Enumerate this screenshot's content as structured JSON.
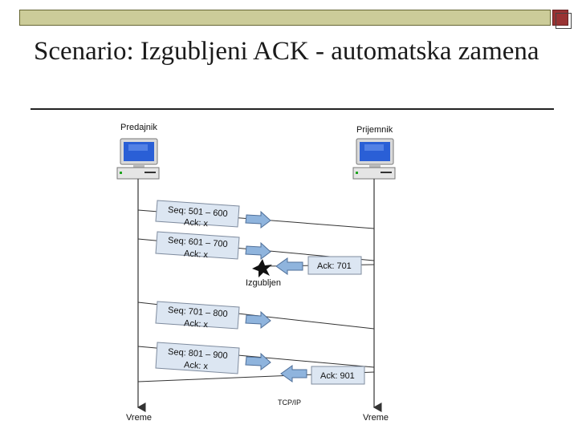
{
  "slide": {
    "title": "Scenario: Izgubljeni ACK - automatska zamena",
    "footer": "TCP/IP"
  },
  "hosts": {
    "sender": "Predajnik",
    "receiver": "Prijemnik"
  },
  "timeline_label": "Vreme",
  "segments": [
    {
      "seq": "Seq: 501 – 600",
      "ack": "Ack: x"
    },
    {
      "seq": "Seq: 601 – 700",
      "ack": "Ack: x"
    },
    {
      "seq": "Seq: 701 – 800",
      "ack": "Ack: x"
    },
    {
      "seq": "Seq: 801 – 900",
      "ack": "Ack: x"
    }
  ],
  "acks": [
    {
      "label": "Ack: 701"
    },
    {
      "label": "Ack: 901"
    }
  ],
  "lost_label": "Izgubljen",
  "colors": {
    "box_fill": "#dce6f2",
    "box_stroke": "#7f8c9f",
    "arrow_fill": "#8fb4dd",
    "arrow_stroke": "#4f6f99",
    "line": "#333333"
  }
}
